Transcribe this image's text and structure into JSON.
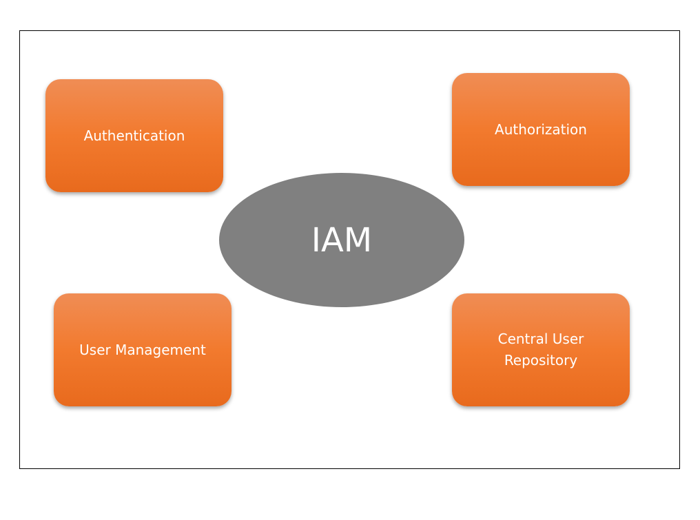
{
  "center": {
    "label": "IAM"
  },
  "boxes": {
    "authentication": "Authentication",
    "authorization": "Authorization",
    "user_management": "User Management",
    "central_user_repository": "Central User\nRepository"
  },
  "colors": {
    "box_fill": "#F27A2E",
    "center_fill": "#808080",
    "text": "#FFFFFF",
    "frame_border": "#000000"
  }
}
